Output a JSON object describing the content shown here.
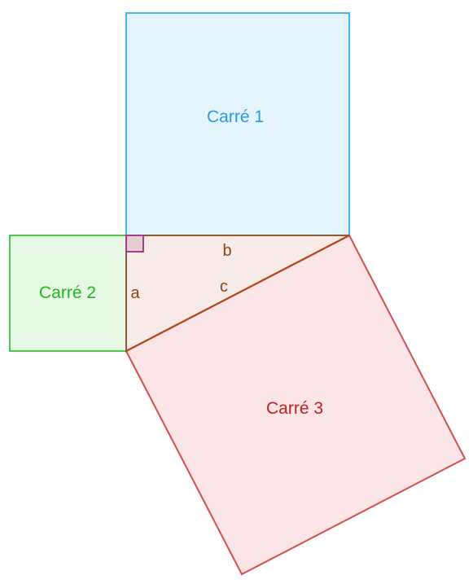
{
  "diagram": {
    "squares": {
      "square1": {
        "label": "Carré 1",
        "stroke": "#4db3ec",
        "fill": "#e3f4fd",
        "text_color": "#2b9bd8"
      },
      "square2": {
        "label": "Carré 2",
        "stroke": "#4cc94a",
        "fill": "#e6f8e4",
        "text_color": "#22b71f"
      },
      "square3": {
        "label": "Carré 3",
        "stroke": "#d64d4d",
        "fill": "#fbe5e6",
        "text_color": "#b82222"
      }
    },
    "triangle": {
      "stroke": "#8a5a36",
      "fill": "#f6ebe6",
      "hypotenuse_stroke": "#b2481f",
      "right_angle_marker": {
        "stroke": "#a23c8f",
        "fill": "#e8cdd0"
      }
    },
    "sides": {
      "a": "a",
      "b": "b",
      "c": "c",
      "text_color": "#8b4513"
    }
  }
}
